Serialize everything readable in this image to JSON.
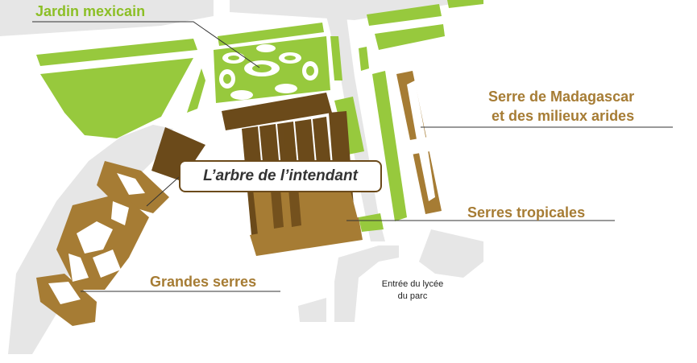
{
  "labels": {
    "jardin_mexicain": "Jardin mexicain",
    "serre_madagascar_line1": "Serre de Madagascar",
    "serre_madagascar_line2": "et des milieux arides",
    "serres_tropicales": "Serres tropicales",
    "grandes_serres": "Grandes serres",
    "arbre_intendant": "L’arbre de l’intendant",
    "entree_line1": "Entrée du lycée",
    "entree_line2": "du  parc"
  },
  "colors": {
    "garden_green": "#97c93d",
    "label_green": "#8cbf26",
    "greenhouse_gold": "#a67c34",
    "greenhouse_dark": "#6b4a1a",
    "path_gray": "#e6e6e6"
  }
}
